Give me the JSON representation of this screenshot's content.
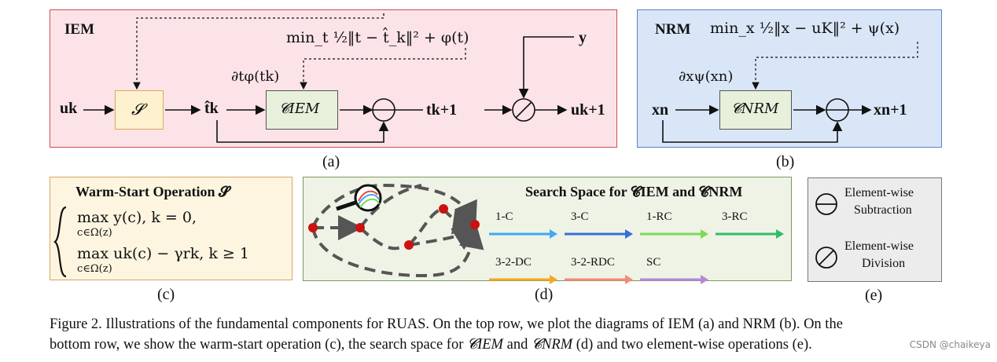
{
  "figure": {
    "panel_a": {
      "title": "IEM",
      "objective": "min_t ½‖t − t̂_k‖² + φ(t)",
      "gradient_label": "∂tφ(tk)",
      "input": "uk",
      "warm_op": "𝓢",
      "t_hat": "t̂k",
      "block": "𝓒IEM",
      "t_next": "tk+1",
      "y_input": "y",
      "output": "uk+1",
      "sublabel": "(a)"
    },
    "panel_b": {
      "title": "NRM",
      "objective": "min_x ½‖x − uK‖² + ψ(x)",
      "gradient_label": "∂xψ(xn)",
      "input": "xn",
      "block": "𝓒NRM",
      "output": "xn+1",
      "sublabel": "(b)"
    },
    "panel_c": {
      "title": "Warm-Start Operation 𝓢",
      "case1": "max y(c),  k = 0,",
      "case1_sub": "c∈Ω(z)",
      "case2": "max uk(c) − γrk,  k ≥ 1",
      "case2_sub": "c∈Ω(z)",
      "sublabel": "(c)"
    },
    "panel_d": {
      "title": "Search Space for 𝓒IEM and 𝓒NRM",
      "ops": [
        {
          "label": "1-C",
          "color": "#3fa9f5"
        },
        {
          "label": "3-C",
          "color": "#3a6fd8"
        },
        {
          "label": "1-RC",
          "color": "#7ed957"
        },
        {
          "label": "3-RC",
          "color": "#2ebd6b"
        },
        {
          "label": "3-2-DC",
          "color": "#f5a623"
        },
        {
          "label": "3-2-RDC",
          "color": "#f28c7a"
        },
        {
          "label": "SC",
          "color": "#b48ad8"
        }
      ],
      "sublabel": "(d)"
    },
    "panel_e": {
      "sub_label_1": "Element-wise",
      "sub_label_2": "Subtraction",
      "div_label_1": "Element-wise",
      "div_label_2": "Division",
      "sublabel": "(e)"
    },
    "caption_line1": "Figure 2. Illustrations of the fundamental components for RUAS. On the top row, we plot the diagrams of IEM (a) and NRM (b). On the",
    "caption_line2_a": "bottom row, we show the warm-start operation (c), the search space for ",
    "caption_c_iem": "𝓒IEM",
    "caption_and": " and ",
    "caption_c_nrm": "𝓒NRM",
    "caption_line2_b": " (d) and two element-wise operations (e).",
    "watermark": "CSDN @chaikeya"
  }
}
